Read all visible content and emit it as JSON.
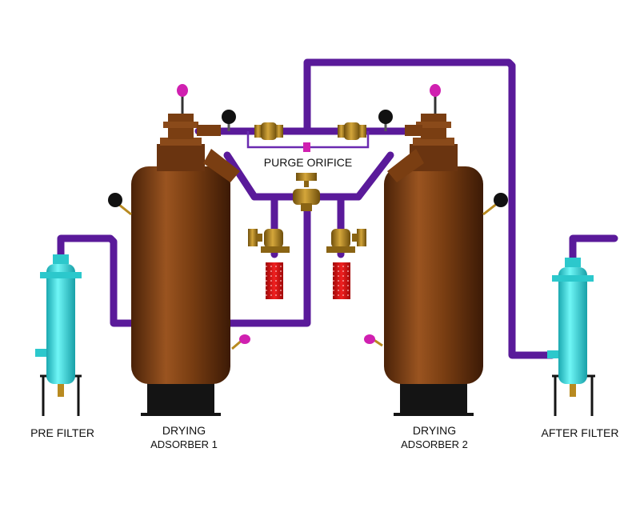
{
  "colors": {
    "pipe": "#5a1a9a",
    "vessel": "#7a3e12",
    "filter": "#33e6e6",
    "base": "#141414",
    "valve": "#a87a18",
    "silencer": "#e01010",
    "vent": "#d020b0"
  },
  "labels": {
    "pre_filter": "PRE FILTER",
    "drying_1": "DRYING",
    "adsorber_1": "ADSORBER 1",
    "drying_2": "DRYING",
    "adsorber_2": "ADSORBER 2",
    "after_filter": "AFTER FILTER",
    "purge_orifice": "PURGE ORIFICE"
  },
  "icons": [
    "pressure-gauge-icon",
    "safety-valve-icon",
    "ball-valve-icon",
    "silencer-icon",
    "check-valve-icon"
  ]
}
